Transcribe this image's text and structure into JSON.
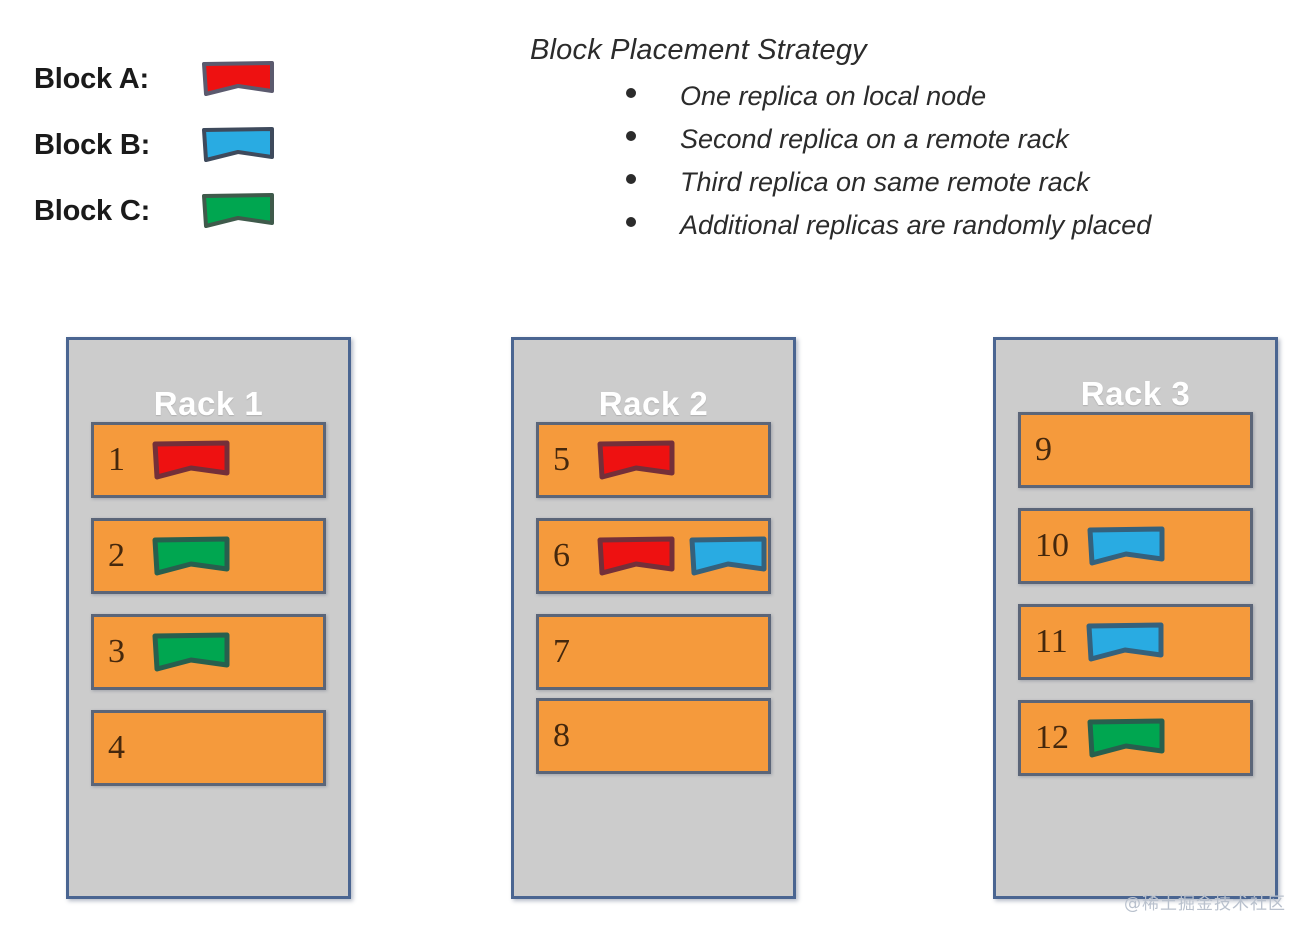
{
  "legend": {
    "items": [
      {
        "label": "Block A:",
        "color": "#ee1111",
        "icon": "block-a-swatch"
      },
      {
        "label": "Block B:",
        "color": "#29abe2",
        "icon": "block-b-swatch"
      },
      {
        "label": "Block C:",
        "color": "#00a650",
        "icon": "block-c-swatch"
      }
    ]
  },
  "strategy": {
    "title": "Block Placement Strategy",
    "bullets": [
      "One replica on local node",
      "Second replica on a remote rack",
      "Third replica on same remote rack",
      " Additional replicas are randomly placed"
    ]
  },
  "colors": {
    "block_a": "#ee1111",
    "block_b": "#29abe2",
    "block_c": "#00a650",
    "rack_fill": "#cccccc",
    "rack_border": "#4a6591",
    "node_fill": "#f59a3c",
    "node_border": "#5b6578",
    "node_text": "#45280d",
    "rack_title_text": "#ffffff"
  },
  "racks": [
    {
      "title": "Rack 1",
      "nodes": [
        {
          "number": "1",
          "blocks": [
            "#ee1111"
          ]
        },
        {
          "number": "2",
          "blocks": [
            "#00a650"
          ]
        },
        {
          "number": "3",
          "blocks": [
            "#00a650"
          ]
        },
        {
          "number": "4",
          "blocks": []
        }
      ]
    },
    {
      "title": "Rack 2",
      "nodes": [
        {
          "number": "5",
          "blocks": [
            "#ee1111"
          ]
        },
        {
          "number": "6",
          "blocks": [
            "#ee1111",
            "#29abe2"
          ]
        },
        {
          "number": "7",
          "blocks": []
        },
        {
          "number": "8",
          "blocks": []
        }
      ]
    },
    {
      "title": "Rack 3",
      "nodes": [
        {
          "number": "9",
          "blocks": []
        },
        {
          "number": "10",
          "blocks": [
            "#29abe2"
          ]
        },
        {
          "number": "11",
          "blocks": [
            "#29abe2"
          ]
        },
        {
          "number": "12",
          "blocks": [
            "#00a650"
          ]
        }
      ]
    }
  ],
  "watermark": "@稀土掘金技术社区"
}
